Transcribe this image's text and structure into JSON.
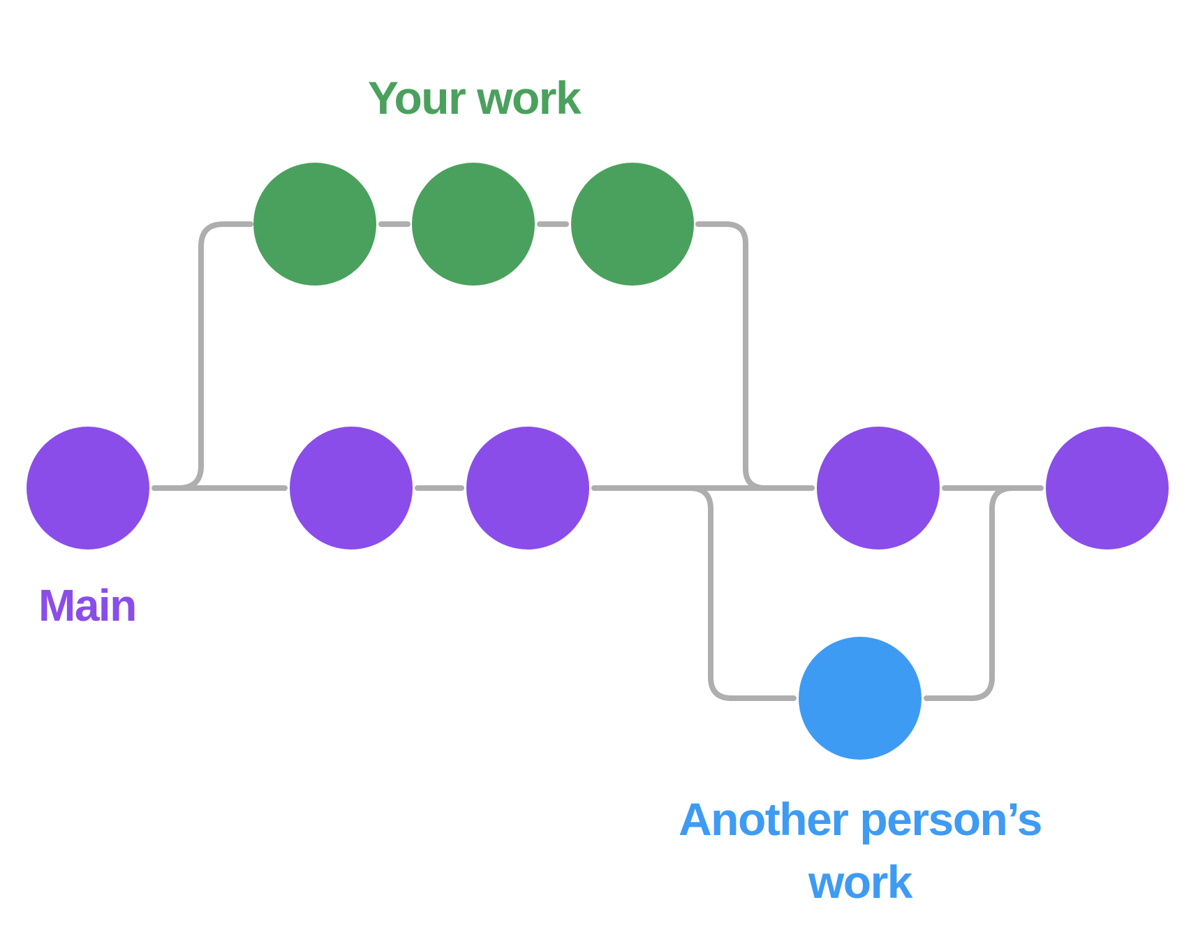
{
  "diagram": {
    "type": "git-branch-graph",
    "background": "#FFFFFF",
    "labels": {
      "your_work": "Your work",
      "main": "Main",
      "another_person_line1": "Another person’s",
      "another_person_line2": "work"
    },
    "colors": {
      "main_branch": "#8A4DE9",
      "your_work_branch": "#4AA15D",
      "another_person_branch": "#3E9BF4",
      "connector_gray": "#AEAEAE"
    },
    "branches": [
      {
        "name": "Your work",
        "color": "#4AA15D",
        "commit_count": 3,
        "position": "top",
        "forks_from": "Main",
        "merges_into": "Main"
      },
      {
        "name": "Main",
        "color": "#8A4DE9",
        "commit_count": 5,
        "position": "middle"
      },
      {
        "name": "Another person’s work",
        "color": "#3E9BF4",
        "commit_count": 1,
        "position": "bottom",
        "forks_from": "Main",
        "merges_into": "Main"
      }
    ]
  }
}
